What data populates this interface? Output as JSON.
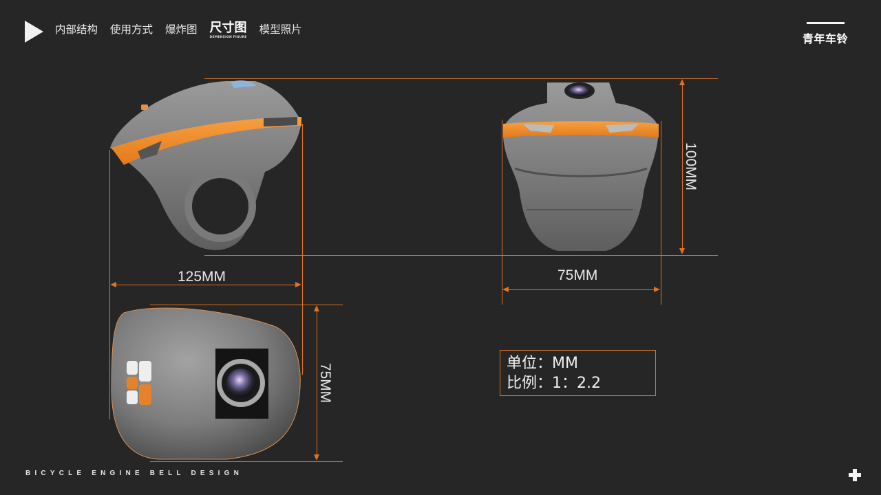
{
  "nav": {
    "items": [
      {
        "label": "内部结构",
        "active": false
      },
      {
        "label": "使用方式",
        "active": false
      },
      {
        "label": "爆炸图",
        "active": false
      },
      {
        "label": "尺寸图",
        "sub": "DEMENSION  FIGURE",
        "active": true
      },
      {
        "label": "模型照片",
        "active": false
      }
    ]
  },
  "brand": {
    "title": "青年车铃"
  },
  "footer": {
    "tagline": "BICYCLE ENGINE BELL DESIGN"
  },
  "dimensions": {
    "side_width": "125MM",
    "front_width": "75MM",
    "front_height": "100MM",
    "top_height": "75MM"
  },
  "info": {
    "unit": "单位：MM",
    "scale": "比例：1：2.2"
  },
  "colors": {
    "background": "#262626",
    "accent": "#e0731f",
    "body_gray": "#8a8a8a",
    "product_orange": "#f0912a"
  },
  "icons": {
    "play": "play-triangle-icon",
    "plus": "plus-icon"
  }
}
